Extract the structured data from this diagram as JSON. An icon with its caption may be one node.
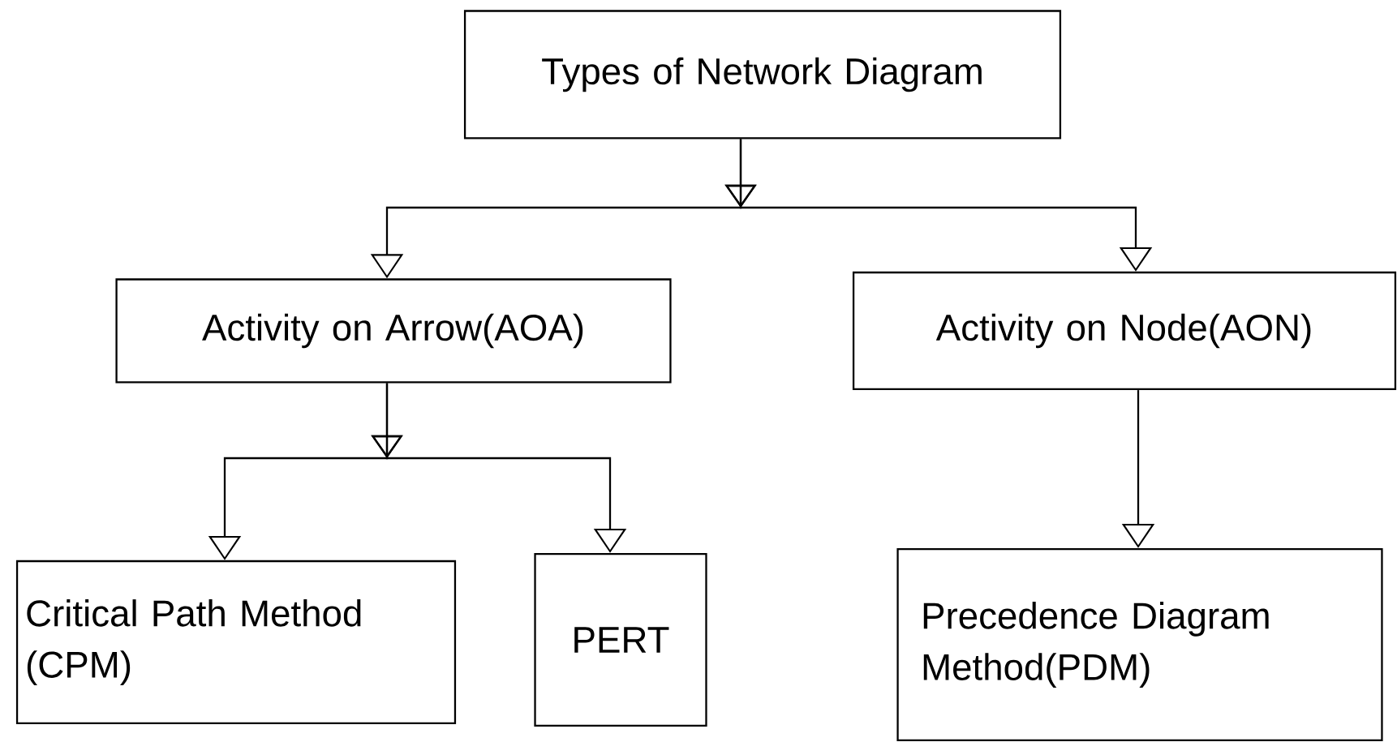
{
  "diagram": {
    "nodes": [
      {
        "text": [
          "Types of Network Diagram"
        ]
      },
      {
        "text": [
          "Activity on Arrow(AOA)"
        ]
      },
      {
        "text": [
          "Activity on Node(AON)"
        ]
      },
      {
        "text": [
          "Critical Path Method (CPM)"
        ]
      },
      {
        "text": [
          "PERT"
        ]
      },
      {
        "text": [
          "Precedence Diagram Method(PDM)"
        ]
      }
    ],
    "edges": [
      {
        "from": 0,
        "to": 1,
        "arrow": "to"
      },
      {
        "from": 0,
        "to": 2,
        "arrow": "to"
      },
      {
        "from": 1,
        "to": 3,
        "arrow": "to"
      },
      {
        "from": 1,
        "to": 4,
        "arrow": "to"
      },
      {
        "from": 2,
        "to": 5,
        "arrow": "to"
      }
    ]
  }
}
